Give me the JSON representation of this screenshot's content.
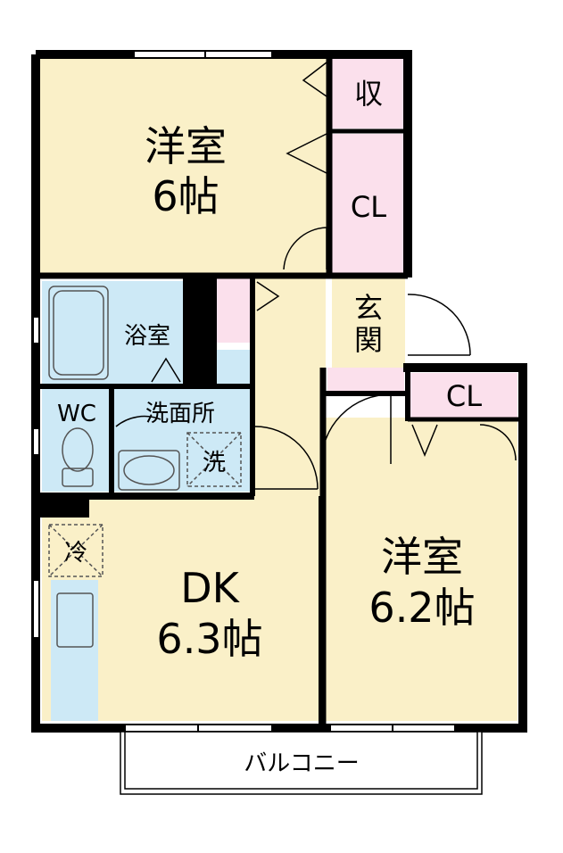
{
  "colors": {
    "room_floor": "#faf0c8",
    "wet_area": "#cde9f6",
    "storage": "#fbe0ec",
    "wall": "#000000",
    "fixture_outline": "#555555"
  },
  "rooms": {
    "western_room_1": {
      "name": "洋室",
      "size": "6帖"
    },
    "storage_top": {
      "name": "収"
    },
    "closet_1": {
      "name": "CL"
    },
    "entrance": {
      "name": "玄関"
    },
    "bathroom": {
      "name": "浴室"
    },
    "washroom": {
      "name": "洗面所"
    },
    "washing_machine": {
      "name": "洗"
    },
    "toilet": {
      "name": "WC"
    },
    "fridge": {
      "name": "冷"
    },
    "dining_kitchen": {
      "name": "DK",
      "size": "6.3帖"
    },
    "closet_2": {
      "name": "CL"
    },
    "western_room_2": {
      "name": "洋室",
      "size": "6.2帖"
    },
    "balcony": {
      "name": "バルコニー"
    }
  }
}
